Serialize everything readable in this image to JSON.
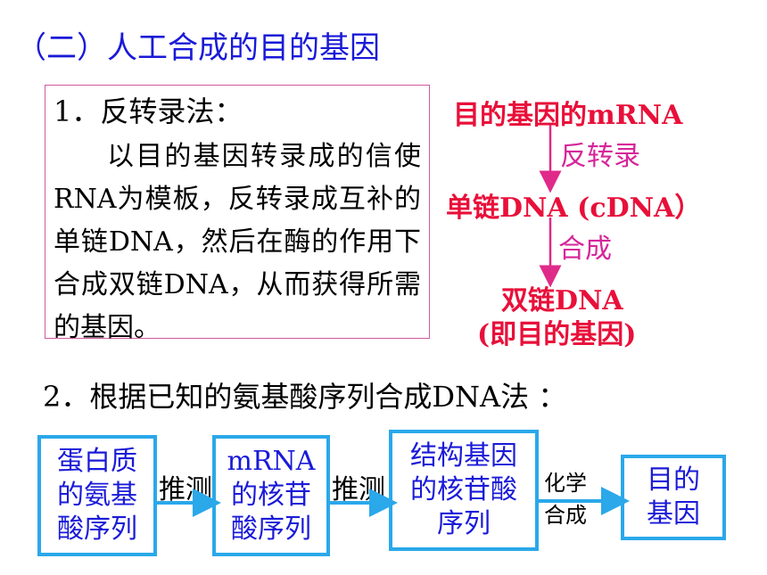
{
  "title": "（二）人工合成的目的基因",
  "method1": {
    "heading": "1．反转录法：",
    "text": "以目的基因转录成的信使RNA为模板，反转录成互补的单链DNA，然后在酶的作用下合成双链DNA，从而获得所需的基因。"
  },
  "flow_top": {
    "node1": "目的基因的mRNA",
    "step1": "反转录",
    "node2": "单链DNA (cDNA）",
    "step2": "合成",
    "node3_line1": "双链DNA",
    "node3_line2": "(即目的基因)"
  },
  "method2": {
    "heading": "2．根据已知的氨基酸序列合成DNA法 ："
  },
  "flow_bottom": {
    "box1": "蛋白质的氨基酸序列",
    "arrow1": "推测",
    "box2": "mRNA的核苷酸序列",
    "arrow2": "推测",
    "box3": "结构基因的核苷酸序列",
    "arrow3_line1": "化学",
    "arrow3_line2": "合成",
    "box4": "目的基因"
  },
  "colors": {
    "title": "#1a1ad8",
    "box_border": "#2aa8ea",
    "flow_node": "#e8103a",
    "flow_label": "#d6259a",
    "method_box_border": "#d05aa0"
  }
}
